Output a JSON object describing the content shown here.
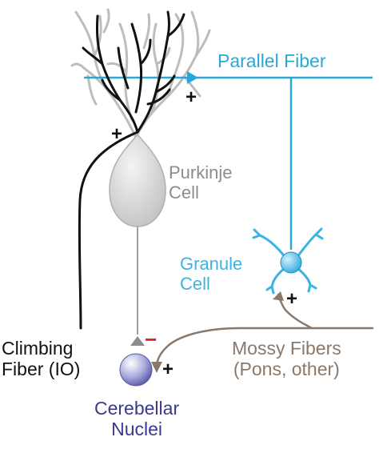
{
  "labels": {
    "parallel_fiber": "Parallel Fiber",
    "purkinje_line1": "Purkinje",
    "purkinje_line2": "Cell",
    "granule_line1": "Granule",
    "granule_line2": "Cell",
    "climbing_line1": "Climbing",
    "climbing_line2": "Fiber (IO)",
    "mossy_line1": "Mossy Fibers",
    "mossy_line2": "(Pons, other)",
    "nuclei_line1": "Cerebellar",
    "nuclei_line2": "Nuclei"
  },
  "signs": {
    "parallel_to_purkinje": "+",
    "climbing_to_purkinje": "+",
    "mossy_to_granule": "+",
    "mossy_to_nuclei": "+",
    "purkinje_to_nuclei": "−"
  },
  "colors": {
    "parallel_fiber": "#2aa7d6",
    "granule": "#3ab4e3",
    "purkinje_text": "#8c8c8c",
    "purkinje_dendrite": "#bdbdbd",
    "climbing": "#111111",
    "mossy": "#8a786a",
    "nuclei": "#3a3a8c",
    "inhibitory": "#e0202a"
  }
}
